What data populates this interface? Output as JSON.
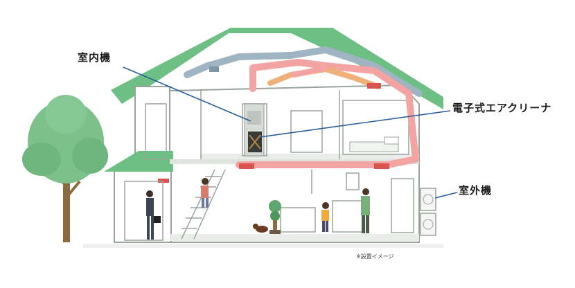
{
  "labels": {
    "indoor_unit": "室内機",
    "electronic_air_cleaner": "電子式エアクリーナ",
    "outdoor_unit": "室外機"
  },
  "note": "※設置イメージ",
  "colors": {
    "roof": "#6dbf84",
    "wall": "#ffffff",
    "wall_line": "#9aa39a",
    "duct_gray": "#9fb5c4",
    "duct_pink": "#f4a3a3",
    "duct_orange": "#f0b07a",
    "leader_line": "#2a5d9a",
    "tree_green": "#7cc08a",
    "tree_trunk": "#8b6a3e",
    "floor": "#e9ece9"
  },
  "icons": [
    "tree-icon",
    "person-icon",
    "plant-icon",
    "dog-icon"
  ]
}
